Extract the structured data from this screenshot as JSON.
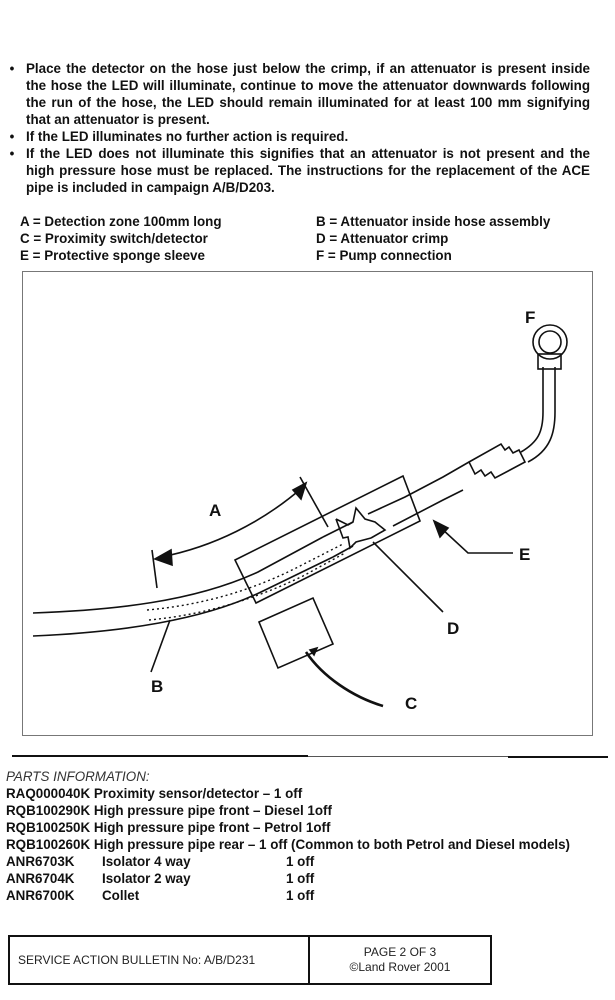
{
  "instructions": [
    "Place the detector on the hose just below the crimp, if an attenuator is present inside the hose the LED will illuminate, continue to move the attenuator downwards following the run of the hose, the LED should remain illuminated for at least 100 mm signifying that an attenuator is present.",
    "If the LED illuminates no further action is required.",
    "If the LED does not illuminate this signifies that an attenuator is not present and the high pressure hose must be replaced. The instructions for the replacement of the ACE pipe is included in campaign A/B/D203."
  ],
  "bullet_glyph": "•",
  "legend": [
    "A = Detection zone 100mm long",
    "B = Attenuator inside hose assembly",
    "C = Proximity switch/detector",
    "D = Attenuator crimp",
    "E = Protective sponge sleeve",
    "F = Pump connection"
  ],
  "diagram": {
    "labels": {
      "a": "A",
      "b": "B",
      "c": "C",
      "d": "D",
      "e": "E",
      "f": "F"
    }
  },
  "parts": {
    "heading": "PARTS INFORMATION:",
    "lines": [
      "RAQ000040K Proximity sensor/detector – 1 off",
      "RQB100290K High pressure pipe front – Diesel 1off",
      "RQB100250K High pressure pipe front – Petrol 1off",
      "RQB100260K High pressure pipe rear – 1 off (Common to both Petrol and Diesel models)"
    ],
    "table": [
      {
        "part": "ANR6703K",
        "desc": "Isolator 4 way",
        "qty": "1 off"
      },
      {
        "part": "ANR6704K",
        "desc": "Isolator 2 way",
        "qty": "1 off"
      },
      {
        "part": "ANR6700K",
        "desc": "Collet",
        "qty": "1 off"
      }
    ]
  },
  "footer": {
    "bulletin": "SERVICE ACTION BULLETIN No: A/B/D231",
    "page": "PAGE 2 OF 3",
    "copyright": "©Land Rover 2001"
  }
}
